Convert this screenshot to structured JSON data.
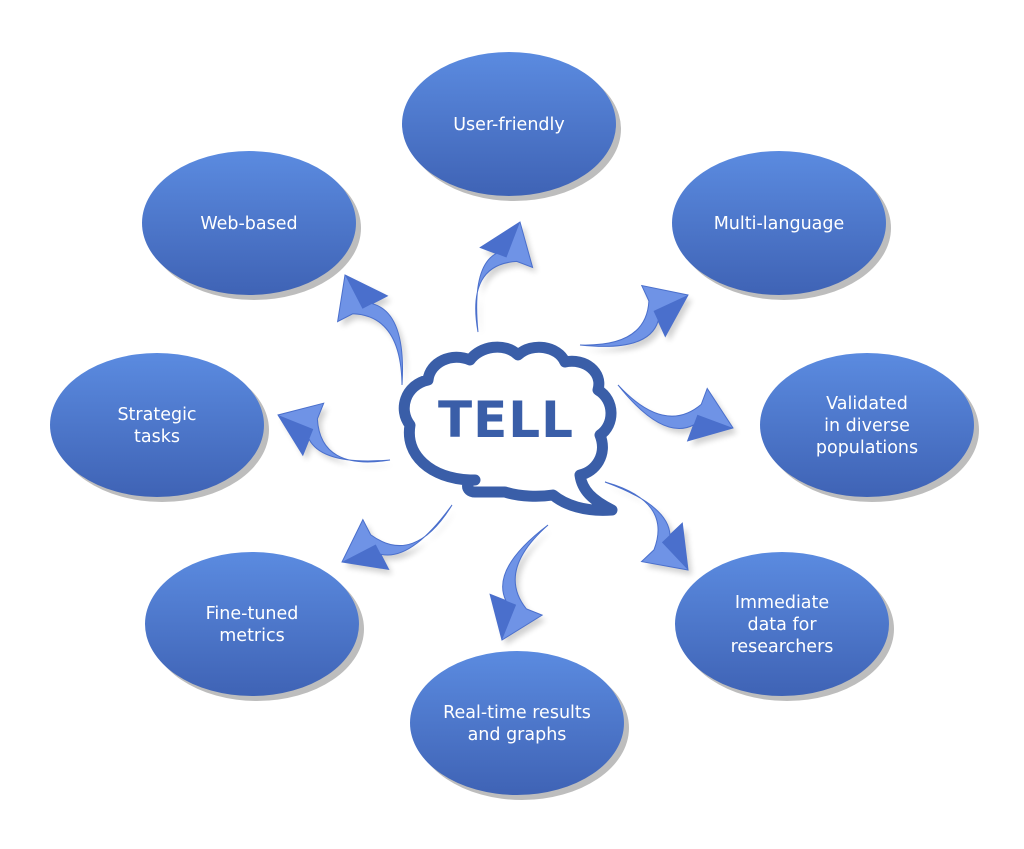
{
  "center": {
    "title": "TELL",
    "icon": "brain-speech-bubble-icon"
  },
  "nodes": [
    {
      "id": "user-friendly",
      "lines": [
        "User-friendly"
      ]
    },
    {
      "id": "multi-language",
      "lines": [
        "Multi-language"
      ]
    },
    {
      "id": "validated",
      "lines": [
        "Validated",
        "in diverse",
        "populations"
      ]
    },
    {
      "id": "immediate-data",
      "lines": [
        "Immediate",
        "data for",
        "researchers"
      ]
    },
    {
      "id": "real-time",
      "lines": [
        "Real-time results",
        "and graphs"
      ]
    },
    {
      "id": "fine-tuned",
      "lines": [
        "Fine-tuned",
        "metrics"
      ]
    },
    {
      "id": "strategic",
      "lines": [
        "Strategic",
        "tasks"
      ]
    },
    {
      "id": "web-based",
      "lines": [
        "Web-based"
      ]
    }
  ],
  "colors": {
    "node_top": "#5b8be0",
    "node_bottom": "#3f63b5",
    "node_shadow": "#bdbdbd",
    "arrow_light": "#6f93e6",
    "arrow_dark": "#4a6fcc",
    "center_stroke": "#3a5ea8"
  }
}
